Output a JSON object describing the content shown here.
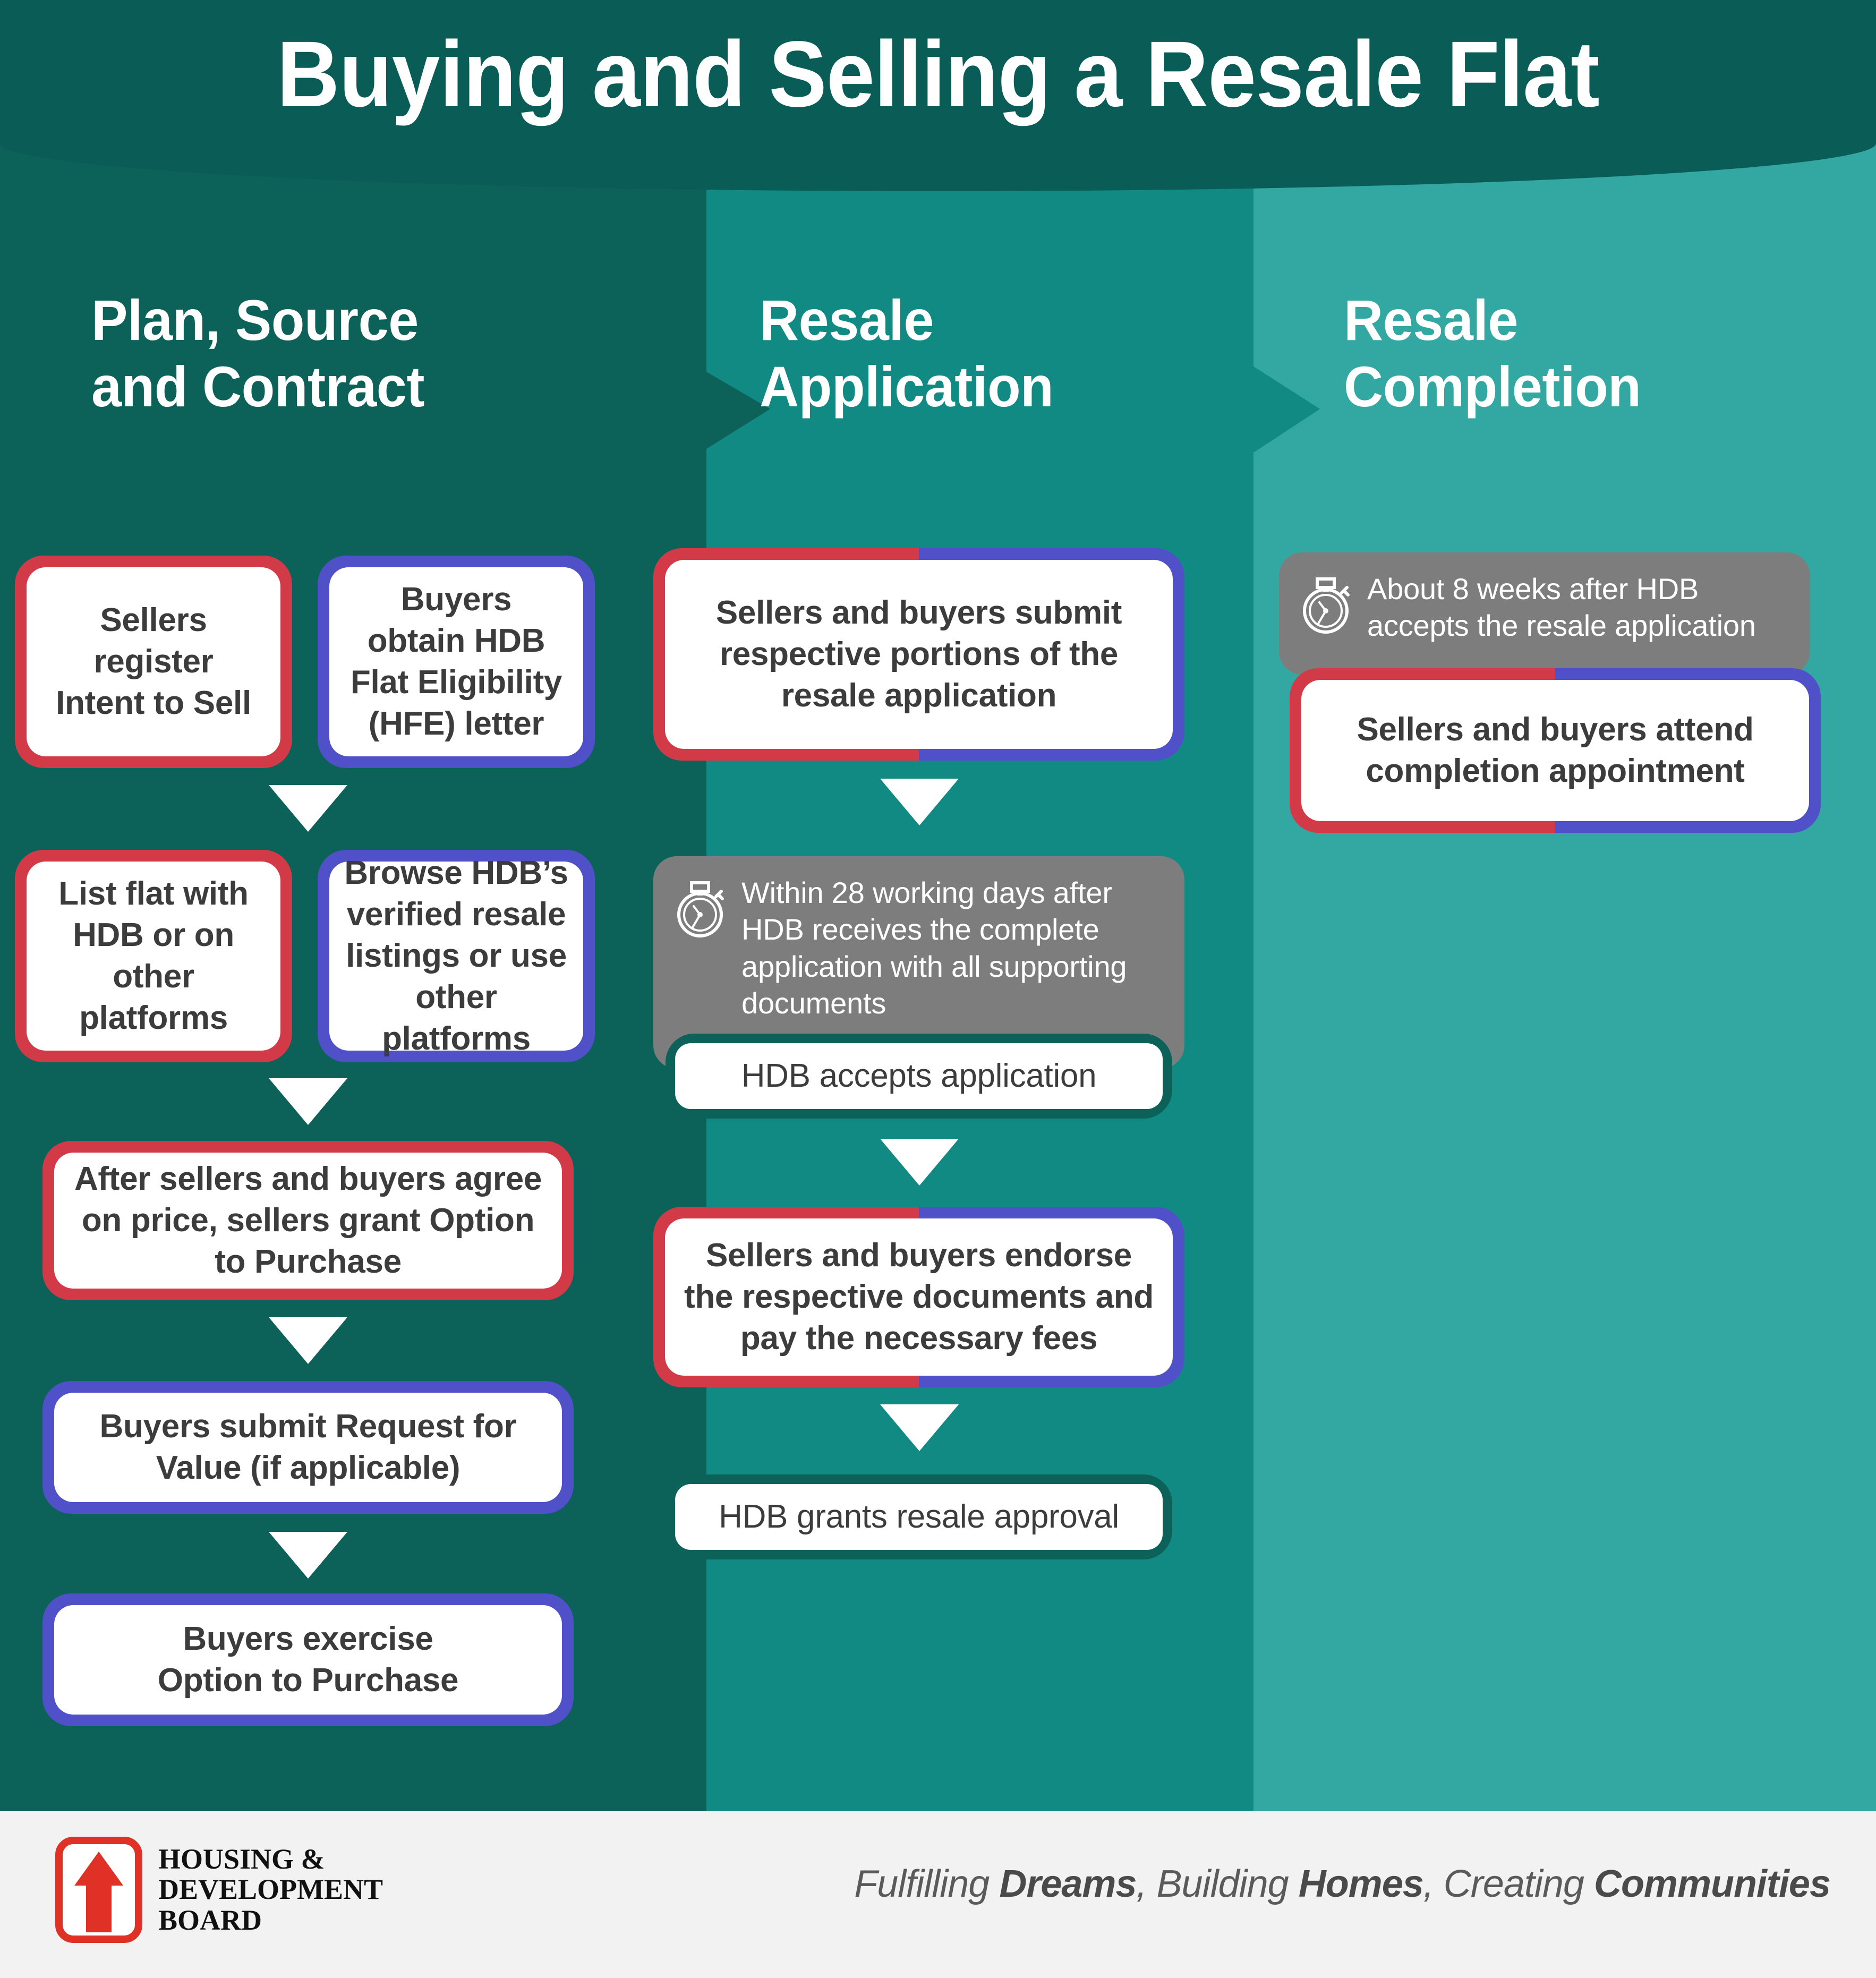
{
  "banner": {
    "title": "Buying and Selling a Resale Flat"
  },
  "colors": {
    "banner_bg": "#0a5c57",
    "column1_bg": "#0c6159",
    "column2_bg": "#128a84",
    "column3_bg": "#33a8a2",
    "seller_red": "#d33a48",
    "buyer_blue": "#5050c8",
    "hdb_teal": "#0c6159",
    "timer_grey": "#7d7d7d",
    "footer_bg": "#f2f2f2",
    "logo_red": "#e03127"
  },
  "columns": [
    {
      "id": "plan-source-contract",
      "heading_line1": "Plan, Source",
      "heading_line2": "and Contract",
      "steps": [
        {
          "id": "sellers-register-intent",
          "actor": "seller",
          "text": "Sellers\nregister\nIntent to Sell"
        },
        {
          "id": "buyers-obtain-hfe",
          "actor": "buyer",
          "text": "Buyers\nobtain HDB\nFlat Eligibility\n(HFE) letter"
        },
        {
          "id": "list-flat",
          "actor": "seller",
          "text": "List flat with\nHDB or on\nother platforms"
        },
        {
          "id": "browse-listings",
          "actor": "buyer",
          "text": "Browse HDB’s\nverified resale\nlistings or use\nother platforms"
        },
        {
          "id": "grant-option-to-purchase",
          "actor": "seller",
          "text": "After sellers and buyers agree on price, sellers grant Option to Purchase"
        },
        {
          "id": "request-for-value",
          "actor": "buyer",
          "text": "Buyers submit Request for Value (if applicable)"
        },
        {
          "id": "exercise-option",
          "actor": "buyer",
          "text": "Buyers exercise\nOption to Purchase"
        }
      ]
    },
    {
      "id": "resale-application",
      "heading_line1": "Resale",
      "heading_line2": "Application",
      "steps": [
        {
          "id": "submit-resale-application",
          "actor": "both",
          "text": "Sellers and buyers submit respective portions of the resale application"
        },
        {
          "id": "hdb-accepts-application",
          "actor": "hdb",
          "text": "HDB accepts application"
        },
        {
          "id": "endorse-documents-pay-fees",
          "actor": "both",
          "text": "Sellers and buyers endorse the respective documents and pay the necessary fees"
        },
        {
          "id": "hdb-grants-approval",
          "actor": "hdb",
          "text": "HDB grants resale approval"
        }
      ],
      "timer": {
        "id": "timer-28-working-days",
        "icon": "stopwatch-icon",
        "text": "Within 28 working days after HDB receives the complete application with all supporting documents"
      }
    },
    {
      "id": "resale-completion",
      "heading_line1": "Resale",
      "heading_line2": "Completion",
      "steps": [
        {
          "id": "attend-completion-appointment",
          "actor": "both",
          "text": "Sellers and buyers attend completion appointment"
        }
      ],
      "timer": {
        "id": "timer-8-weeks",
        "icon": "stopwatch-icon",
        "text": "About 8 weeks after HDB accepts the resale application"
      }
    }
  ],
  "footer": {
    "logo_line1": "HOUSING &",
    "logo_line2": "DEVELOPMENT",
    "logo_line3": "BOARD",
    "tagline_parts": [
      {
        "text": "Fulfilling ",
        "bold": false
      },
      {
        "text": "Dreams",
        "bold": true
      },
      {
        "text": ", Building ",
        "bold": false
      },
      {
        "text": "Homes",
        "bold": true
      },
      {
        "text": ", Creating ",
        "bold": false
      },
      {
        "text": "Communities",
        "bold": true
      }
    ]
  }
}
